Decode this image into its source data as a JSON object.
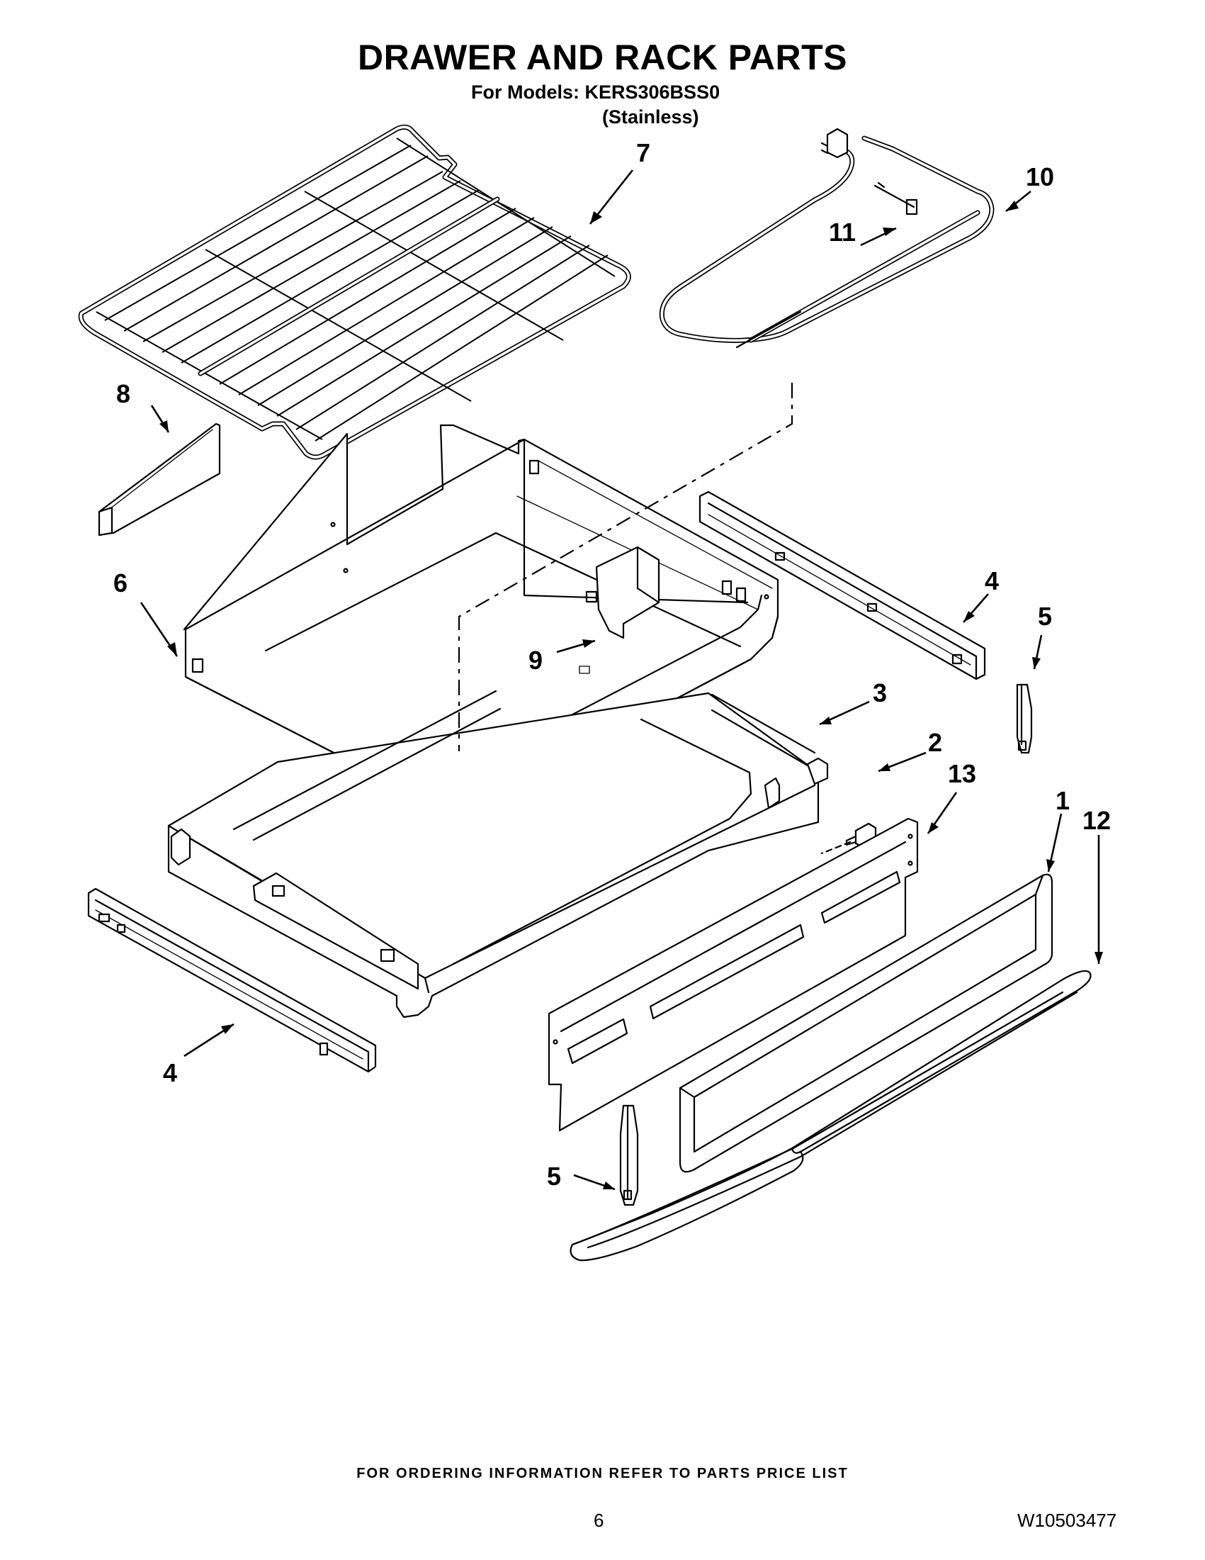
{
  "header": {
    "title": "DRAWER AND RACK PARTS",
    "models_line": "For Models: KERS306BSS0",
    "variant": "(Stainless)"
  },
  "callouts": {
    "p1": "1",
    "p2": "2",
    "p3": "3",
    "p4a": "4",
    "p4b": "4",
    "p5a": "5",
    "p5b": "5",
    "p6": "6",
    "p7": "7",
    "p8": "8",
    "p9": "9",
    "p10": "10",
    "p11": "11",
    "p12": "12",
    "p13": "13"
  },
  "footer": {
    "ordering_note": "FOR ORDERING INFORMATION REFER TO PARTS PRICE LIST",
    "page_number": "6",
    "document_number": "W10503477"
  }
}
